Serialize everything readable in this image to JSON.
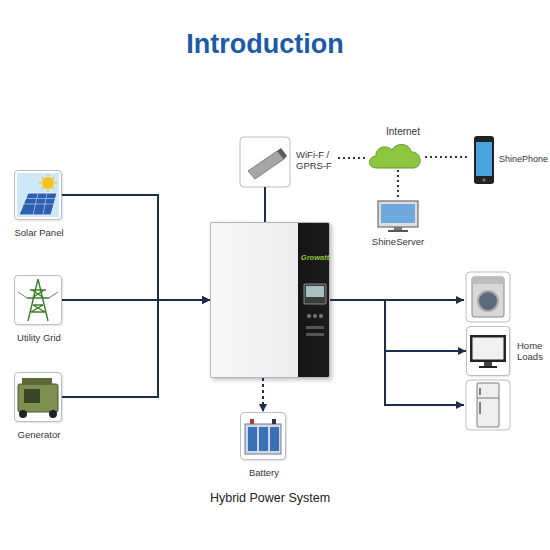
{
  "diagram": {
    "title": "Introduction",
    "caption": "Hybrid Power System",
    "nodes": [
      {
        "text": [
          "WiFi-F / GPRS-F"
        ]
      },
      {
        "text": [
          "Internet"
        ]
      },
      {
        "text": [
          "ShinePhone"
        ]
      },
      {
        "text": [
          "Solar Panel"
        ]
      },
      {
        "text": [
          "ShineServer"
        ]
      },
      {
        "text": [
          "Growatt"
        ]
      },
      {
        "text": [
          "Utility Grid"
        ]
      },
      {
        "text": [
          "Home Loads"
        ]
      },
      {
        "text": [
          "Generator"
        ]
      },
      {
        "text": [
          "Battery"
        ]
      }
    ],
    "edges": [
      {
        "from": 3,
        "to": 5,
        "arrow": "to"
      },
      {
        "from": 6,
        "to": 5,
        "arrow": "to"
      },
      {
        "from": 8,
        "to": 5,
        "arrow": "to"
      },
      {
        "from": 0,
        "to": 5,
        "arrow": "none"
      },
      {
        "from": 5,
        "to": 9,
        "arrow": "to"
      },
      {
        "from": 0,
        "to": 1,
        "arrow": "none"
      },
      {
        "from": 1,
        "to": 2,
        "arrow": "none"
      },
      {
        "from": 1,
        "to": 4,
        "arrow": "none"
      },
      {
        "from": 5,
        "to": 7,
        "arrow": "to"
      }
    ]
  }
}
